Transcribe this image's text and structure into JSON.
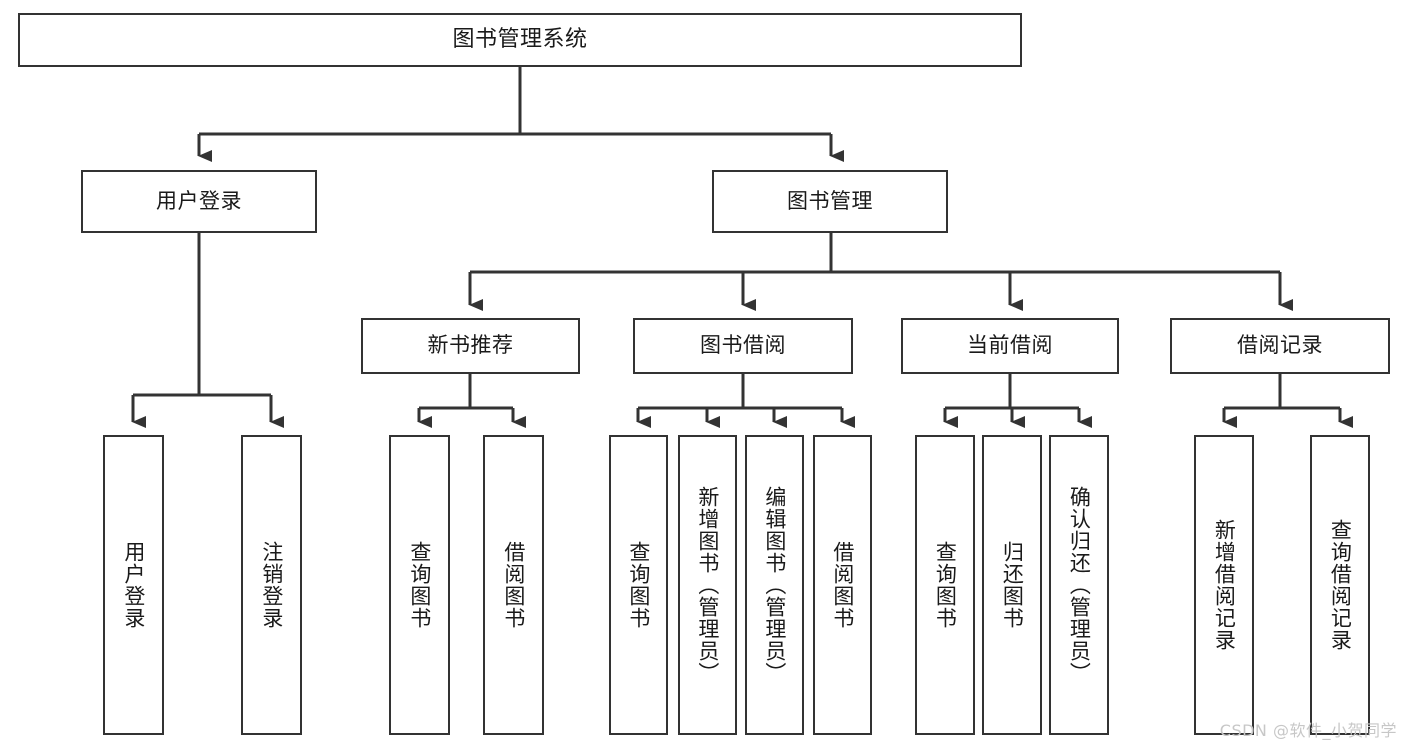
{
  "diagram": {
    "title": "图书管理系统",
    "type": "function-hierarchy-tree",
    "colors": {
      "background": "#ffffff",
      "box_border": "#333333",
      "box_fill": "#ffffff",
      "connector": "#333333",
      "text": "#1a1a1a",
      "watermark": "#c7c7c7"
    },
    "root": {
      "label": "图书管理系统"
    },
    "level2": [
      {
        "label": "用户登录"
      },
      {
        "label": "图书管理"
      }
    ],
    "level3": [
      {
        "label": "新书推荐"
      },
      {
        "label": "图书借阅"
      },
      {
        "label": "当前借阅"
      },
      {
        "label": "借阅记录"
      }
    ],
    "leaves": {
      "user_login": [
        {
          "label": "用户登录"
        },
        {
          "label": "注销登录"
        }
      ],
      "new_book_recommend": [
        {
          "label": "查询图书"
        },
        {
          "label": "借阅图书"
        }
      ],
      "book_borrow": [
        {
          "label": "查询图书"
        },
        {
          "label": "新增图书（管理员）"
        },
        {
          "label": "编辑图书（管理员）"
        },
        {
          "label": "借阅图书"
        }
      ],
      "current_borrow": [
        {
          "label": "查询图书"
        },
        {
          "label": "归还图书"
        },
        {
          "label": "确认归还（管理员）"
        }
      ],
      "borrow_records": [
        {
          "label": "新增借阅记录"
        },
        {
          "label": "查询借阅记录"
        }
      ]
    }
  },
  "watermark": {
    "text": "CSDN @软件_小贺同学"
  }
}
